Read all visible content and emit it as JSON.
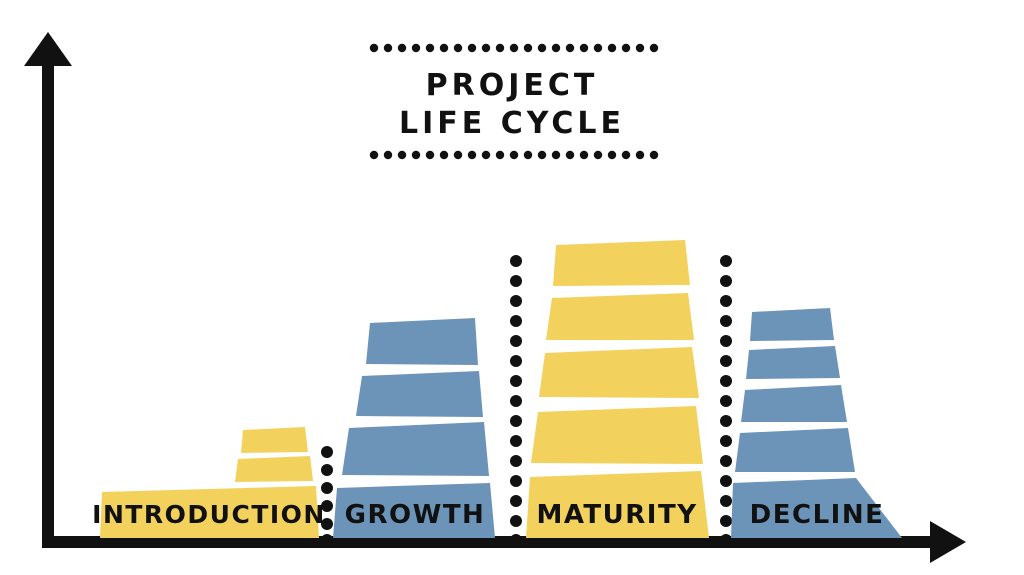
{
  "title": {
    "line1": "PROJECT",
    "line2": "LIFE CYCLE"
  },
  "colors": {
    "yellow": "#F2D15C",
    "blue": "#6C93B8",
    "axis": "#111111",
    "dot": "#111111",
    "background": "#FFFFFF"
  },
  "axes": {
    "y_axis_name": "vertical-axis-arrow",
    "x_axis_name": "horizontal-axis-arrow"
  },
  "chart_data": {
    "type": "bar",
    "title": "PROJECT LIFE CYCLE",
    "xlabel": "",
    "ylabel": "",
    "categories": [
      "INTRODUCTION",
      "GROWTH",
      "MATURITY",
      "DECLINE"
    ],
    "values": [
      3,
      4,
      5,
      5
    ],
    "value_unit": "stacked blocks",
    "series": [
      {
        "name": "Stage height (blocks)",
        "values": [
          3,
          4,
          5,
          5
        ]
      }
    ],
    "colors": [
      "#F2D15C",
      "#6C93B8",
      "#F2D15C",
      "#6C93B8"
    ],
    "grid": false,
    "legend": "none",
    "annotations": [
      "Dotted vertical separators divide the four stages",
      "Each stage is a stack of hand-drawn trapezoid blocks narrowing upward",
      "Stage name is written on the widest bottom block of each stack"
    ]
  },
  "stages": [
    {
      "id": "introduction",
      "label": "INTRODUCTION",
      "color": "#F2D15C",
      "block_count": 3
    },
    {
      "id": "growth",
      "label": "GROWTH",
      "color": "#6C93B8",
      "block_count": 4
    },
    {
      "id": "maturity",
      "label": "MATURITY",
      "color": "#F2D15C",
      "block_count": 5
    },
    {
      "id": "decline",
      "label": "DECLINE",
      "color": "#6C93B8",
      "block_count": 5
    }
  ]
}
